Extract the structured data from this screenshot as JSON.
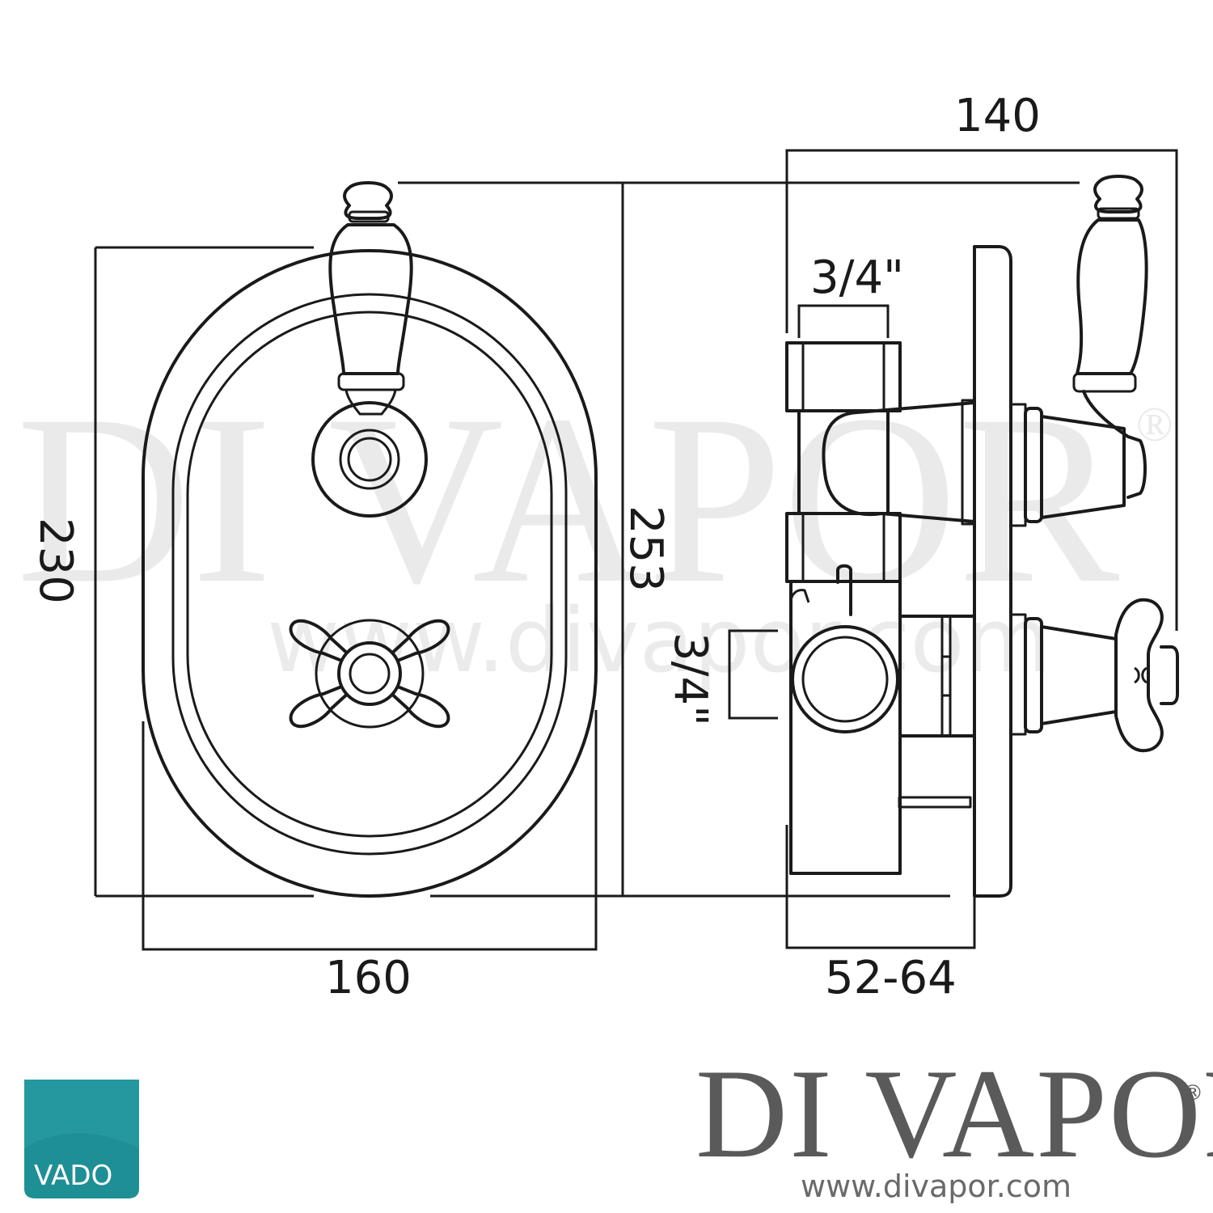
{
  "dimensions": {
    "top_right": "140",
    "height_left": "230",
    "height_center": "253",
    "bottom_left": "160",
    "bottom_right": "52-64",
    "inlet_top": "3/4\"",
    "inlet_side": "3/4\""
  },
  "watermark": {
    "brand": "DI VAPOR",
    "registered": "®",
    "url": "www.divapor.com"
  },
  "footer": {
    "brand_name": "DI VAPOR",
    "registered": "®",
    "website": "www.divapor.com",
    "vado_logo_text": "VADO"
  },
  "colors": {
    "line": "#1a1a1a",
    "vado_teal": "#1f8f96",
    "brand_gray": "#5a5a5a",
    "watermark_gray": "#d9d9d9"
  }
}
